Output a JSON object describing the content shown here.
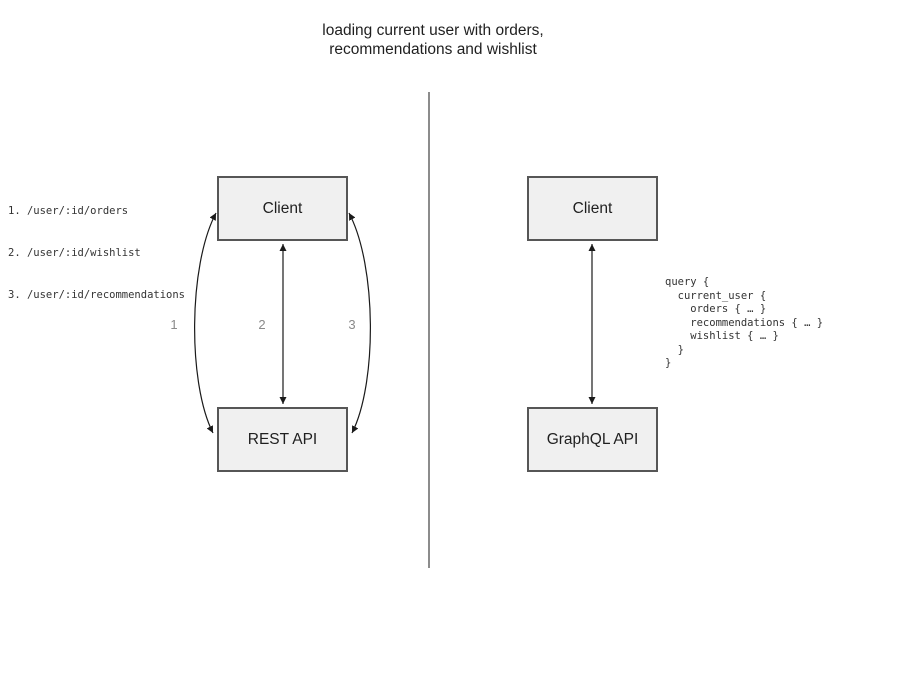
{
  "title": {
    "line1": "loading current user with orders,",
    "line2": "recommendations and wishlist"
  },
  "rest_side": {
    "endpoints": [
      "1. /user/:id/orders",
      "2. /user/:id/wishlist",
      "3. /user/:id/recommendations"
    ],
    "client_box_label": "Client",
    "api_box_label": "REST API",
    "arrow_labels": [
      "1",
      "2",
      "3"
    ]
  },
  "graphql_side": {
    "client_box_label": "Client",
    "api_box_label": "GraphQL API",
    "query_code": "query {\n  current_user {\n    orders { … }\n    recommendations { … }\n    wishlist { … }\n  }\n}"
  },
  "colors": {
    "box_fill": "#f0f0f0",
    "box_border": "#565656",
    "arrow": "#1a1a1a",
    "divider": "#666666",
    "label_gray": "#8a8a8a",
    "text": "#1f1f1f",
    "code_text": "#333333"
  }
}
